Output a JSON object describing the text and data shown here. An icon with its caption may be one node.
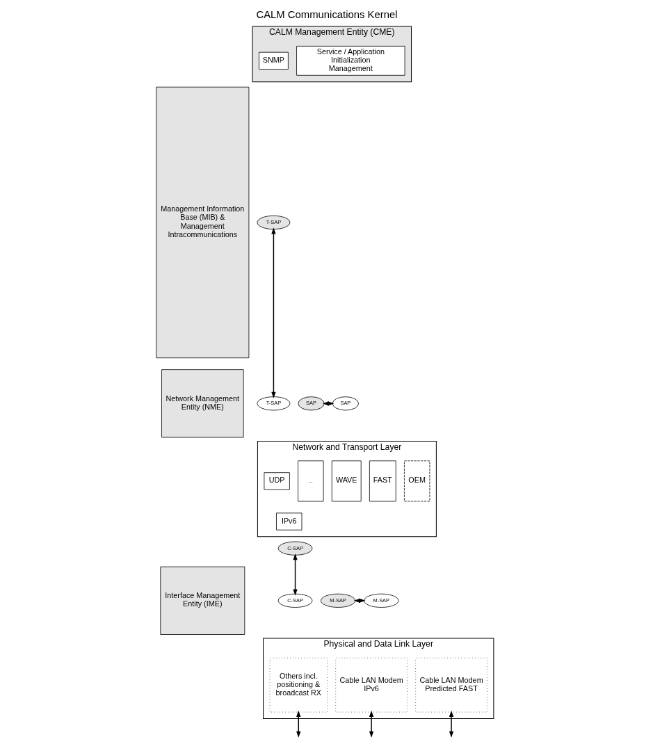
{
  "diagram": {
    "title": "CALM Communications Kernel",
    "nodes": [
      {
        "text": [
          "Management Information Base (MIB) & Management Intracommunications"
        ]
      },
      {
        "text": [
          "CALM Management Entity (CME)"
        ]
      },
      {
        "text": [
          "Service / Application Initialization Management"
        ],
        "in": 1
      },
      {
        "text": [
          "SNMP"
        ],
        "in": 1
      },
      {
        "text": [
          "T-SAP"
        ]
      },
      {
        "text": [
          "T-SAP"
        ]
      },
      {
        "text": [
          "Network Management Entity (NME)"
        ]
      },
      {
        "text": [
          "SAP"
        ]
      },
      {
        "text": [
          "SAP"
        ]
      },
      {
        "text": [
          "Network and Transport Layer"
        ]
      },
      {
        "text": [
          "UDP"
        ],
        "in": 9
      },
      {
        "text": [
          "IPv6"
        ],
        "in": 9
      },
      {
        "text": [
          "FAST"
        ],
        "in": 9
      },
      {
        "text": [
          "WAVE"
        ],
        "in": 9
      },
      {
        "text": [
          "..."
        ],
        "in": 9
      },
      {
        "text": [
          "OEM"
        ],
        "in": 9
      },
      {
        "text": [
          "C-SAP"
        ]
      },
      {
        "text": [
          "C-SAP"
        ]
      },
      {
        "text": [
          "Interface Management Entity (IME)"
        ]
      },
      {
        "text": [
          "M-SAP"
        ]
      },
      {
        "text": [
          "M-SAP"
        ]
      },
      {
        "text": [
          "Physical and Data Link Layer"
        ]
      },
      {
        "text": [
          "Others incl. positioning & broadcast RX"
        ],
        "in": 21
      },
      {
        "text": [
          "Cable LAN Modem",
          "IPv6"
        ],
        "in": 21
      },
      {
        "text": [
          "Cable LAN Modem",
          "Predicted FAST"
        ],
        "in": 21
      }
    ],
    "edges": [
      {
        "from": 4,
        "to": 5,
        "arrow": "both"
      },
      {
        "from": 7,
        "to": 8,
        "arrow": "both"
      },
      {
        "from": 16,
        "to": 17,
        "arrow": "both"
      },
      {
        "from": 19,
        "to": 20,
        "arrow": "both"
      },
      {
        "from": 22,
        "to": null,
        "arrow": "both"
      },
      {
        "from": 23,
        "to": null,
        "arrow": "both"
      },
      {
        "from": 24,
        "to": null,
        "arrow": "both"
      }
    ]
  }
}
